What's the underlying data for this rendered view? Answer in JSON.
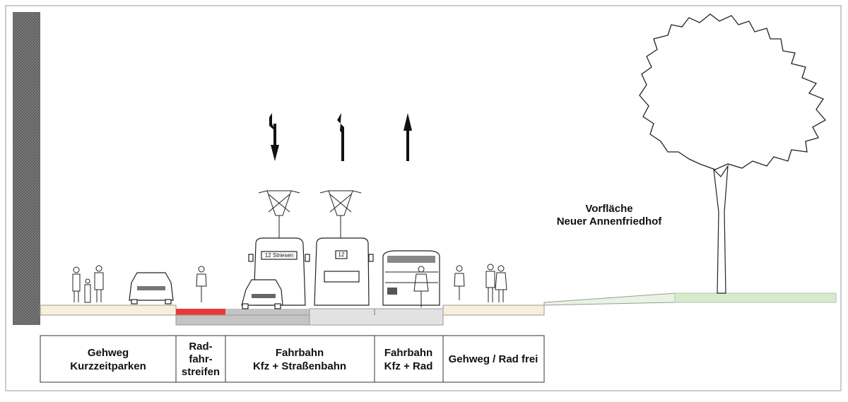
{
  "title_area": {
    "area_label_line1": "Vorfläche",
    "area_label_line2": "Neuer Annenfriedhof"
  },
  "vehicles": {
    "tram_left_sign": "12 Striesen",
    "tram_right_sign": "12"
  },
  "lane_arrows": [
    "left-down-arrow-icon",
    "left-turn-up-arrow-icon",
    "straight-up-arrow-icon"
  ],
  "table": {
    "cells": [
      {
        "line1": "Gehweg",
        "line2": "Kurzzeitparken"
      },
      {
        "line1": "Rad-",
        "line2": "fahr-",
        "line3": "streifen"
      },
      {
        "line1": "Fahrbahn",
        "line2": "Kfz + Straßenbahn"
      },
      {
        "line1": "Fahrbahn",
        "line2": "Kfz + Rad"
      },
      {
        "line1": "Gehweg / Rad frei"
      }
    ]
  },
  "colors": {
    "sidewalk": "#f7efdb",
    "bike_lane": "#e8383b",
    "road_dark": "#c4c4c4",
    "road_light": "#e2e2e2",
    "grass": "#d5eccb",
    "wall": "#6b6b6b"
  }
}
